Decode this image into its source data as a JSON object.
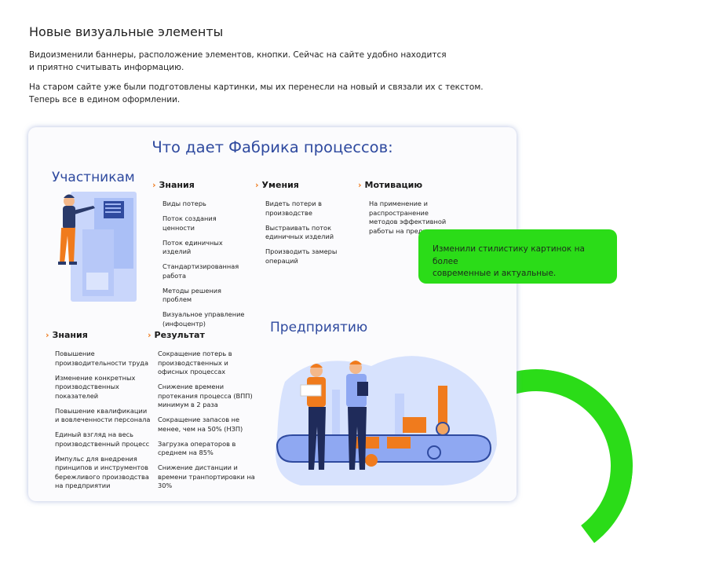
{
  "heading": "Новые визуальные элементы",
  "para1": [
    "Видоизменили баннеры, расположение элементов, кнопки. Сейчас на сайте удобно находится",
    "и приятно считывать информацию."
  ],
  "para2": [
    "На старом сайте уже были подготовлены картинки, мы их перенесли на новый и связали их с текстом.",
    "Теперь все в едином оформлении."
  ],
  "card": {
    "title": "Что дает Фабрика процессов:",
    "participants": {
      "title": "Участникам",
      "columns": [
        {
          "heading": "Знания",
          "items": [
            "Виды потерь",
            "Поток создания ценности",
            "Поток единичных изделий",
            "Стандартизированная работа",
            "Методы решения проблем",
            "Визуальное управление (инфоцентр)"
          ]
        },
        {
          "heading": "Умения",
          "items": [
            "Видеть потери в производстве",
            "Выстраивать поток единичных изделий",
            "Производить замеры операций"
          ]
        },
        {
          "heading": "Мотивацию",
          "items": [
            "На применение и распространение методов эффективной работы на предприятии"
          ]
        }
      ]
    },
    "enterprise": {
      "title": "Предприятию",
      "columns": [
        {
          "heading": "Знания",
          "items": [
            "Повышение производительности труда",
            "Изменение конкретных производственных показателей",
            "Повышение квалификации и вовлеченности персонала",
            "Единый взгляд на весь производственный процесс",
            "Импульс для внедрения принципов и инструментов бережливого производства на предприятии"
          ]
        },
        {
          "heading": "Результат",
          "items": [
            "Сокращение потерь в производственных и офисных процессах",
            "Снижение времени протекания процесса (ВПП) минимум в 2 раза",
            "Сокращение запасов не менее, чем на 50% (НЗП)",
            "Загрузка операторов в среднем на 85%",
            "Снижение дистанции и времени транпортировки на 30%"
          ]
        }
      ]
    }
  },
  "note": [
    "Изменили стилистику картинок на более",
    "современные и актуальные."
  ],
  "colors": {
    "accent": "#2bdc18",
    "title_blue": "#2f4a9f",
    "chevron": "#f07b1d"
  },
  "icons": [
    "chevron-right-icon",
    "engineer-illustration",
    "factory-workers-illustration"
  ]
}
